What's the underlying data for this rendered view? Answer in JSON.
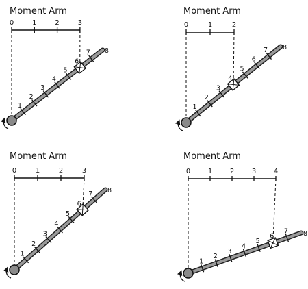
{
  "panels": [
    {
      "title": "Moment Arm",
      "scale_labels": [
        "0",
        "1",
        "2",
        "3"
      ],
      "rod_labels": [
        "1",
        "2",
        "3",
        "4",
        "5",
        "6",
        "7",
        "8"
      ],
      "weight_position": 6,
      "moment_arm": 3
    },
    {
      "title": "Moment Arm",
      "scale_labels": [
        "0",
        "1",
        "2"
      ],
      "rod_labels": [
        "1",
        "2",
        "3",
        "4",
        "5",
        "6",
        "7",
        "8"
      ],
      "weight_position": 4,
      "moment_arm": 2
    },
    {
      "title": "Moment Arm",
      "scale_labels": [
        "0",
        "1",
        "2",
        "3"
      ],
      "rod_labels": [
        "1",
        "2",
        "3",
        "4",
        "5",
        "6",
        "7",
        "8"
      ],
      "weight_position": 6,
      "moment_arm": 3
    },
    {
      "title": "Moment Arm",
      "scale_labels": [
        "0",
        "1",
        "2",
        "3",
        "4"
      ],
      "rod_labels": [
        "1",
        "2",
        "3",
        "4",
        "5",
        "6",
        "7",
        "8"
      ],
      "weight_position": 6,
      "moment_arm": 4
    }
  ]
}
